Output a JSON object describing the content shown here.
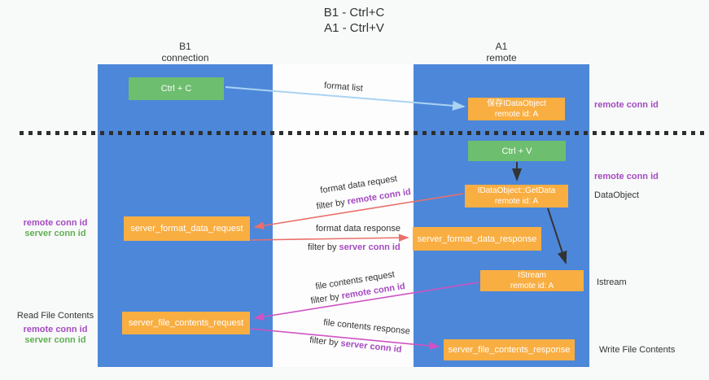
{
  "title": {
    "line1": "B1 - Ctrl+C",
    "line2": "A1 - Ctrl+V"
  },
  "lanes": {
    "left": {
      "title": "B1",
      "subtitle": "connection"
    },
    "right": {
      "title": "A1",
      "subtitle": "remote"
    }
  },
  "nodes": {
    "ctrl_c": {
      "label": "Ctrl + C"
    },
    "ctrl_v": {
      "label": "Ctrl + V"
    },
    "save_dataobject": {
      "line1": "保存IDataObject",
      "line2": "remote id: A"
    },
    "getdata": {
      "line1": "IDataObject::GetData",
      "line2": "remote id: A"
    },
    "istream": {
      "line1": "IStream",
      "line2": "remote id: A"
    },
    "server_format_data_request": {
      "label": "server_format_data_request"
    },
    "server_format_data_response": {
      "label": "server_format_data_response"
    },
    "server_file_contents_request": {
      "label": "server_file_contents_request"
    },
    "server_file_contents_response": {
      "label": "server_file_contents_response"
    }
  },
  "right_labels": {
    "remote_conn_id_top": "remote conn id",
    "remote_conn_id_mid": "remote conn id",
    "dataobject": "DataObject",
    "istream": "Istream",
    "write_file_contents": "Write File Contents"
  },
  "left_labels": {
    "remote_conn_id_mid": "remote conn id",
    "server_conn_id_mid": "server conn id",
    "read_file_contents": "Read File Contents",
    "remote_conn_id_bottom": "remote conn id",
    "server_conn_id_bottom": "server conn id"
  },
  "arrow_labels": {
    "format_list": "format list",
    "format_data_request": "format data request",
    "format_data_response": "format data response",
    "file_contents_request": "file contents request",
    "file_contents_response": "file contents response",
    "filter_by": "filter by ",
    "remote_conn_id": "remote conn id",
    "server_conn_id": "server conn id"
  },
  "colors": {
    "lane_blue": "#4d87d9",
    "node_green": "#6dbe6e",
    "node_orange": "#f9ae42",
    "arrow_light_blue": "#a9d3f2",
    "arrow_red": "#e9706a",
    "arrow_magenta": "#cf53c3",
    "arrow_black": "#333333",
    "label_purple": "#a44bc0",
    "label_green": "#5faf52"
  }
}
